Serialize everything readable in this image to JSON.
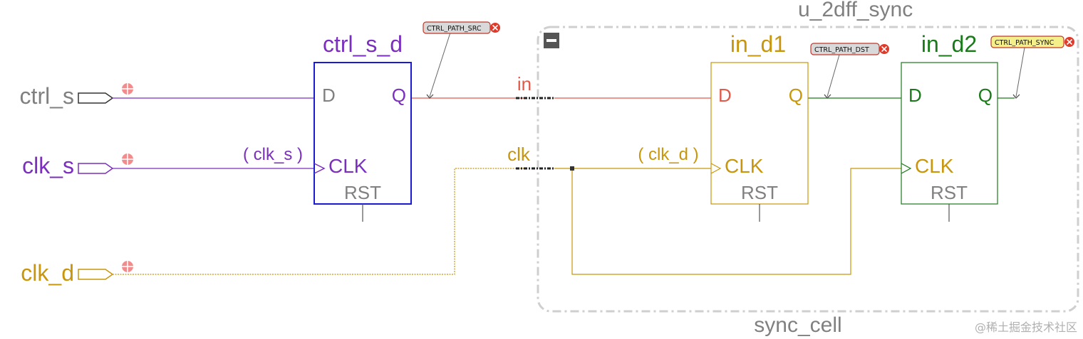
{
  "ports": [
    {
      "name": "ctrl_s",
      "color": "#808080"
    },
    {
      "name": "clk_s",
      "color": "#7b2fbe"
    },
    {
      "name": "clk_d",
      "color": "#c8960c"
    }
  ],
  "blocks": {
    "ctrl_s_d": {
      "title": "ctrl_s_d",
      "D": "D",
      "Q": "Q",
      "CLK": "CLK",
      "RST": "RST",
      "clock_label": "( clk_s )",
      "color": "#1a1ad0",
      "title_color": "#7b2fbe"
    },
    "in_d1": {
      "title": "in_d1",
      "D": "D",
      "Q": "Q",
      "CLK": "CLK",
      "RST": "RST",
      "clock_label": "( clk_d )",
      "color": "#c8960c"
    },
    "in_d2": {
      "title": "in_d2",
      "D": "D",
      "Q": "Q",
      "CLK": "CLK",
      "RST": "RST",
      "color": "#1a7a1a"
    }
  },
  "cell": {
    "instance": "u_2dff_sync",
    "type": "sync_cell",
    "collapse_symbol": "−"
  },
  "cell_ports": {
    "in": "in",
    "clk": "clk"
  },
  "tags": {
    "src": "CTRL_PATH_SRC",
    "dst": "CTRL_PATH_DST",
    "sync": "CTRL_PATH_SYNC"
  },
  "watermark": "@稀土掘金技术社区",
  "colors": {
    "net_ctrl": "#7b2fbe",
    "net_in": "#e05a4a",
    "net_clk": "#c8960c",
    "net_sync": "#1a7a1a",
    "rst_text": "#808080"
  }
}
